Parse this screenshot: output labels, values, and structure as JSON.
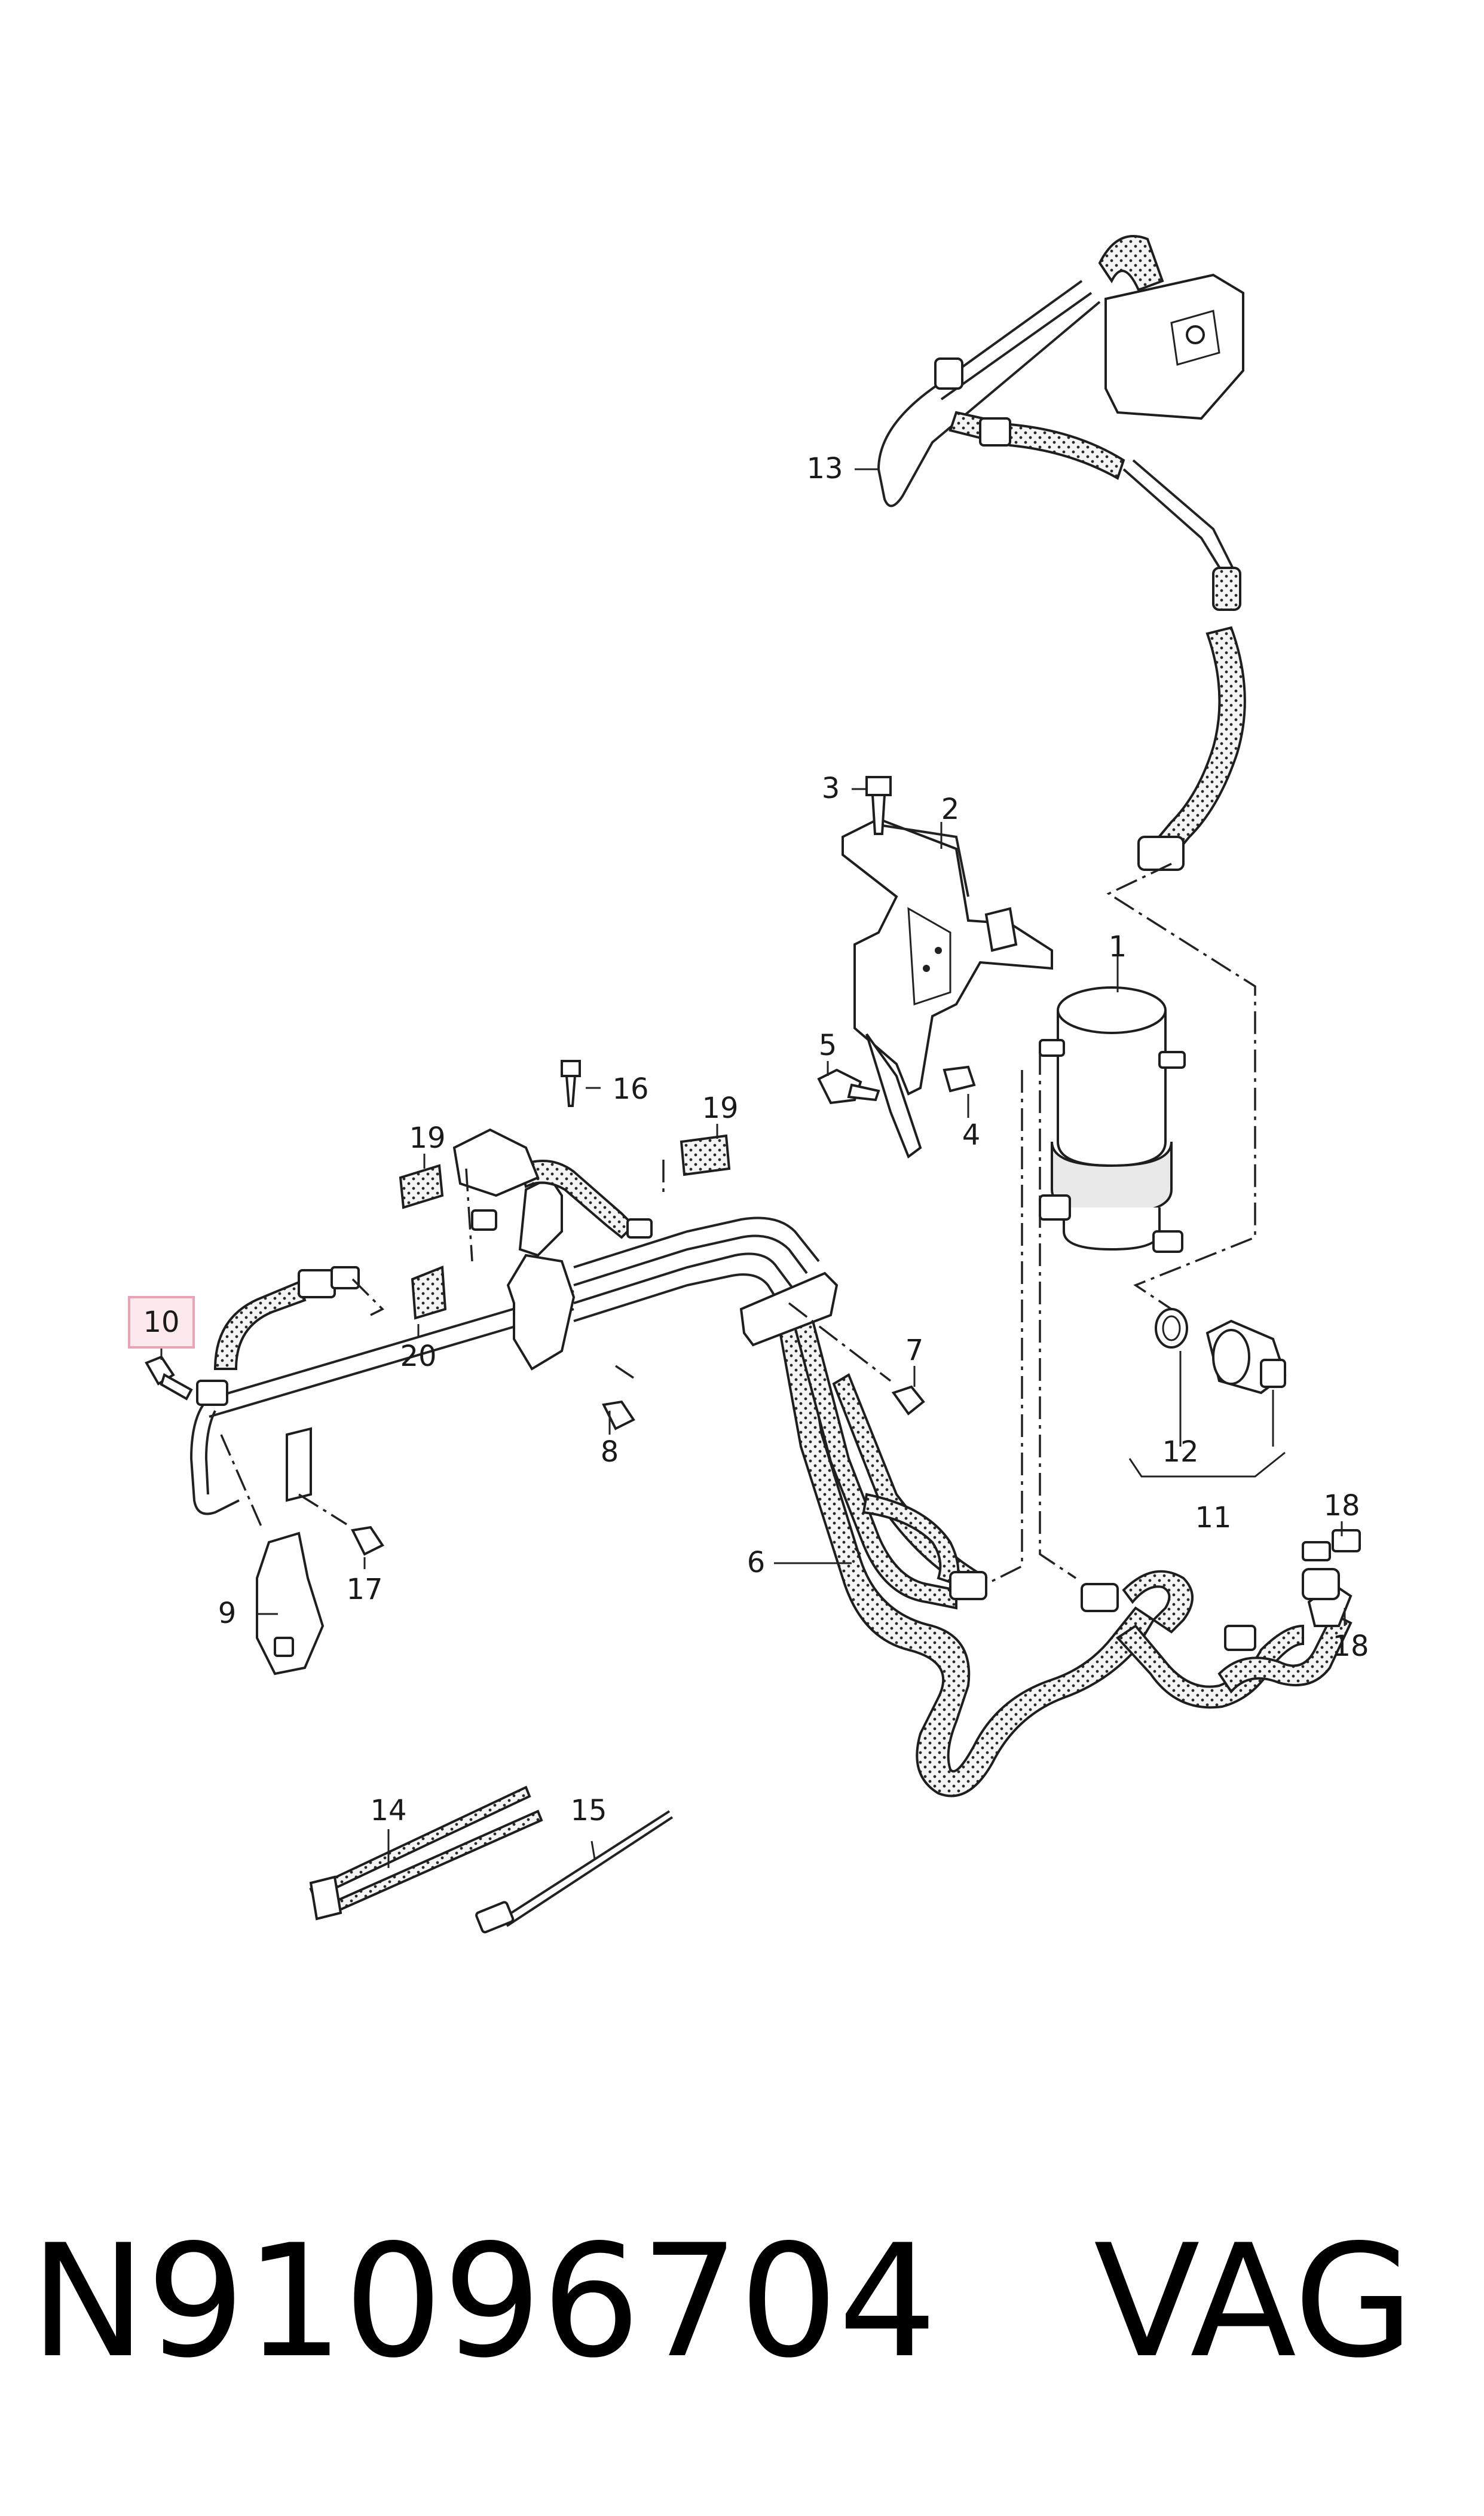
{
  "callouts": [
    "1",
    "2",
    "3",
    "4",
    "5",
    "6",
    "7",
    "8",
    "9",
    "10",
    "11",
    "12",
    "13",
    "14",
    "15",
    "16",
    "17",
    "18",
    "18",
    "19",
    "19",
    "20"
  ],
  "highlighted_callout": "10",
  "colors": {
    "highlight_box": "#e9a3b4",
    "highlight_fill": "#fbe9ee",
    "ink": "#1a1a1a"
  },
  "footer": {
    "part_number": "N91096704",
    "brand": "VAG"
  }
}
